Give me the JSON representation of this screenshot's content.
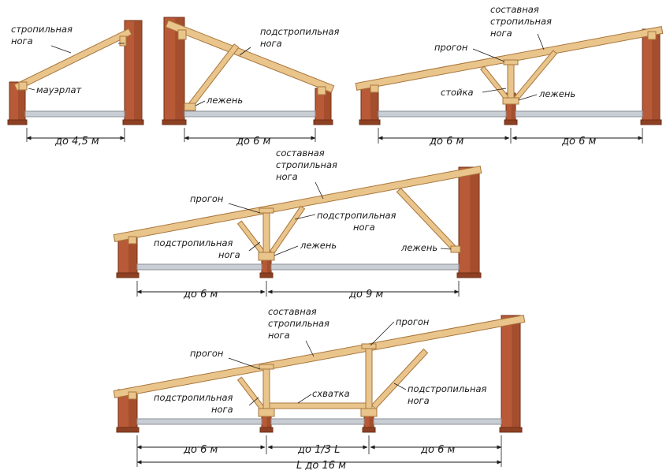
{
  "colors": {
    "wall": "#b85a37",
    "wall_dark": "#8e4022",
    "wall_edge": "#6e3018",
    "timber": "#e9c58c",
    "timber_edge": "#a9763c",
    "floor": "#c9cdd4",
    "floor_edge": "#8c9199",
    "line": "#1a1a1a"
  },
  "diagrams": [
    {
      "labels": {
        "rafter": "стропильная",
        "rafter_2": "нога",
        "wallplate": "мауэрлат"
      },
      "dimensions": [
        "до 4,5 м"
      ]
    },
    {
      "labels": {
        "strut": "подстропильная",
        "strut_2": "нога",
        "sill": "лежень"
      },
      "dimensions": [
        "до 6 м"
      ]
    },
    {
      "labels": {
        "composite": "составная",
        "composite_2": "стропильная",
        "composite_3": "нога",
        "purlin": "прогон",
        "post": "стойка",
        "sill": "лежень"
      },
      "dimensions": [
        "до 6 м",
        "до 6 м"
      ]
    },
    {
      "labels": {
        "composite": "составная",
        "composite_2": "стропильная",
        "composite_3": "нога",
        "purlin": "прогон",
        "strut_right": "подстропильная",
        "strut_right_2": "нога",
        "strut_left": "подстропильная",
        "strut_left_2": "нога",
        "sill_left": "лежень",
        "sill_right": "лежень"
      },
      "dimensions": [
        "до 6 м",
        "до 9 м"
      ]
    },
    {
      "labels": {
        "composite": "составная",
        "composite_2": "стропильная",
        "composite_3": "нога",
        "purlin_left": "прогон",
        "purlin_right": "прогон",
        "strut_left": "подстропильная",
        "strut_left_2": "нога",
        "tie": "схватка",
        "strut_right": "подстропильная",
        "strut_right_2": "нога"
      },
      "dimensions": [
        "до 6 м",
        "до 1/3 L",
        "до 6 м",
        "L до 16 м"
      ]
    }
  ]
}
